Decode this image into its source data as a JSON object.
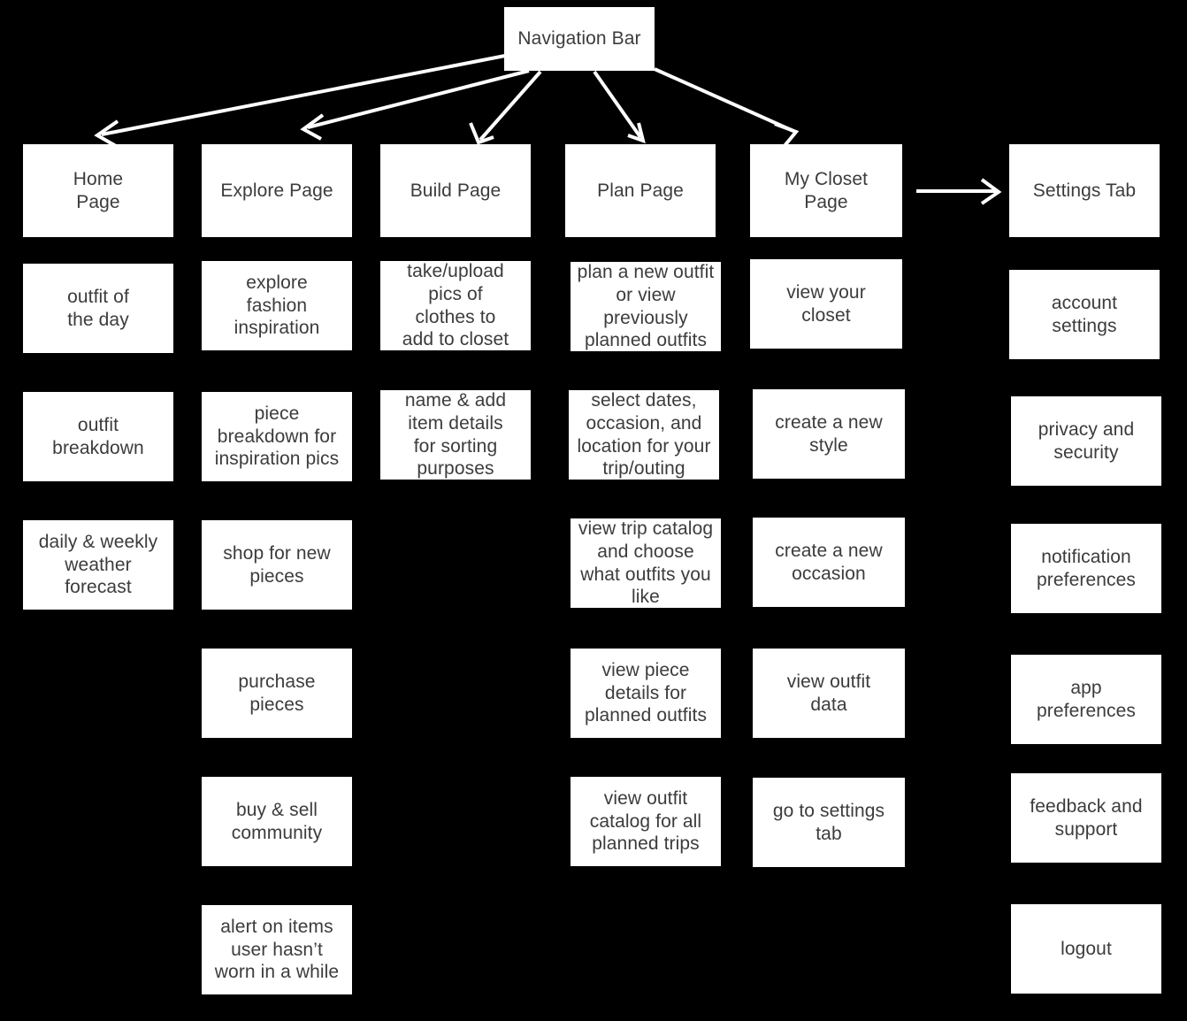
{
  "diagram": {
    "title": "Navigation Bar",
    "background_color": "#000000",
    "node_fill_color": "#ffffff",
    "node_text_color": "#3c3c3c",
    "connector_color": "#ffffff",
    "root": {
      "label": "Navigation Bar"
    },
    "columns": [
      {
        "head": "Home\nPage",
        "head_line1": "Home",
        "head_line2": "Page",
        "items": [
          "outfit of\nthe day",
          "outfit\nbreakdown",
          "daily & weekly\nweather\nforecast"
        ]
      },
      {
        "head": "Explore Page",
        "items": [
          "explore\nfashion\ninspiration",
          "piece\nbreakdown for\ninspiration pics",
          "shop for new\npieces",
          "purchase\npieces",
          "buy & sell\ncommunity",
          "alert on items\nuser hasn’t\nworn in a while"
        ]
      },
      {
        "head": "Build Page",
        "items": [
          "take/upload\npics of\nclothes to\nadd to closet",
          "name & add\nitem details\nfor sorting\npurposes"
        ]
      },
      {
        "head": "Plan Page",
        "items": [
          "plan a new outfit\nor view\npreviously\nplanned outfits",
          "select dates,\noccasion, and\nlocation for your\ntrip/outing",
          "view trip catalog\nand choose\nwhat outfits you\nlike",
          "view piece\ndetails for\nplanned outfits",
          "view outfit\ncatalog for all\nplanned trips"
        ]
      },
      {
        "head": "My Closet\nPage",
        "items": [
          "view your\ncloset",
          "create a new\nstyle",
          "create a new\noccasion",
          "view outfit\ndata",
          "go to settings\ntab"
        ]
      },
      {
        "head": "Settings Tab",
        "items": [
          "account\nsettings",
          "privacy and\nsecurity",
          "notification\npreferences",
          "app\npreferences",
          "feedback and\nsupport",
          "logout"
        ]
      }
    ]
  },
  "nodes": {
    "root": "Navigation Bar",
    "home_page": "Home\nPage",
    "explore_page": "Explore Page",
    "build_page": "Build Page",
    "plan_page": "Plan Page",
    "my_closet_page": "My Closet\nPage",
    "settings_tab": "Settings Tab",
    "c1_r1": "outfit of\nthe day",
    "c1_r2": "outfit\nbreakdown",
    "c1_r3": "daily & weekly\nweather\nforecast",
    "c2_r1": "explore\nfashion\ninspiration",
    "c2_r2": "piece\nbreakdown for\ninspiration pics",
    "c2_r3": "shop for new\npieces",
    "c2_r4": "purchase\npieces",
    "c2_r5": "buy & sell\ncommunity",
    "c2_r6": "alert on items\nuser hasn’t\nworn in a while",
    "c3_r1": "take/upload\npics of\nclothes to\nadd to closet",
    "c3_r2": "name & add\nitem details\nfor sorting\npurposes",
    "c4_r1": "plan a new outfit\nor view\npreviously\nplanned outfits",
    "c4_r2": "select dates,\noccasion, and\nlocation for your\ntrip/outing",
    "c4_r3": "view trip catalog\nand choose\nwhat outfits you\nlike",
    "c4_r4": "view piece\ndetails for\nplanned outfits",
    "c4_r5": "view outfit\ncatalog for all\nplanned trips",
    "c5_r1": "view your\ncloset",
    "c5_r2": "create a new\nstyle",
    "c5_r3": "create a new\noccasion",
    "c5_r4": "view outfit\ndata",
    "c5_r5": "go to settings\ntab",
    "c6_r1": "account\nsettings",
    "c6_r2": "privacy and\nsecurity",
    "c6_r3": "notification\npreferences",
    "c6_r4": "app\npreferences",
    "c6_r5": "feedback and\nsupport",
    "c6_r6": "logout"
  }
}
